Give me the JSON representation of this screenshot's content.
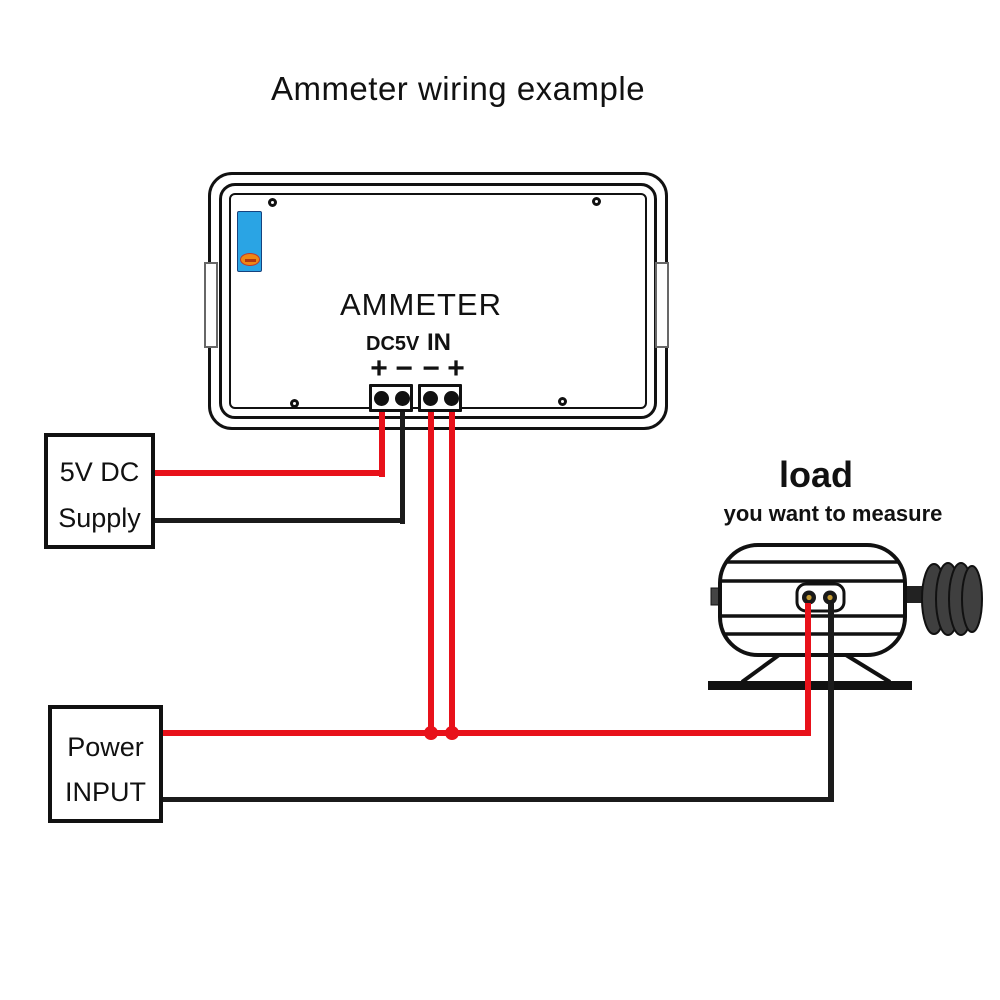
{
  "title": "Ammeter wiring example",
  "ammeter": {
    "label": "AMMETER",
    "power_group_label": "DC5V",
    "input_group_label": "IN",
    "polarities": [
      "+",
      "−",
      "−",
      "+"
    ]
  },
  "supply_box": {
    "line1": "5V DC",
    "line2": "Supply"
  },
  "power_box": {
    "line1": "Power",
    "line2": "INPUT"
  },
  "load": {
    "title": "load",
    "subtitle": "you want to measure"
  },
  "colors": {
    "wire_red": "#e8111a",
    "wire_black": "#1b1b1b",
    "outline": "#111111",
    "sticker_blue": "#2aa4e4",
    "sticker_orange": "#ef8714"
  }
}
